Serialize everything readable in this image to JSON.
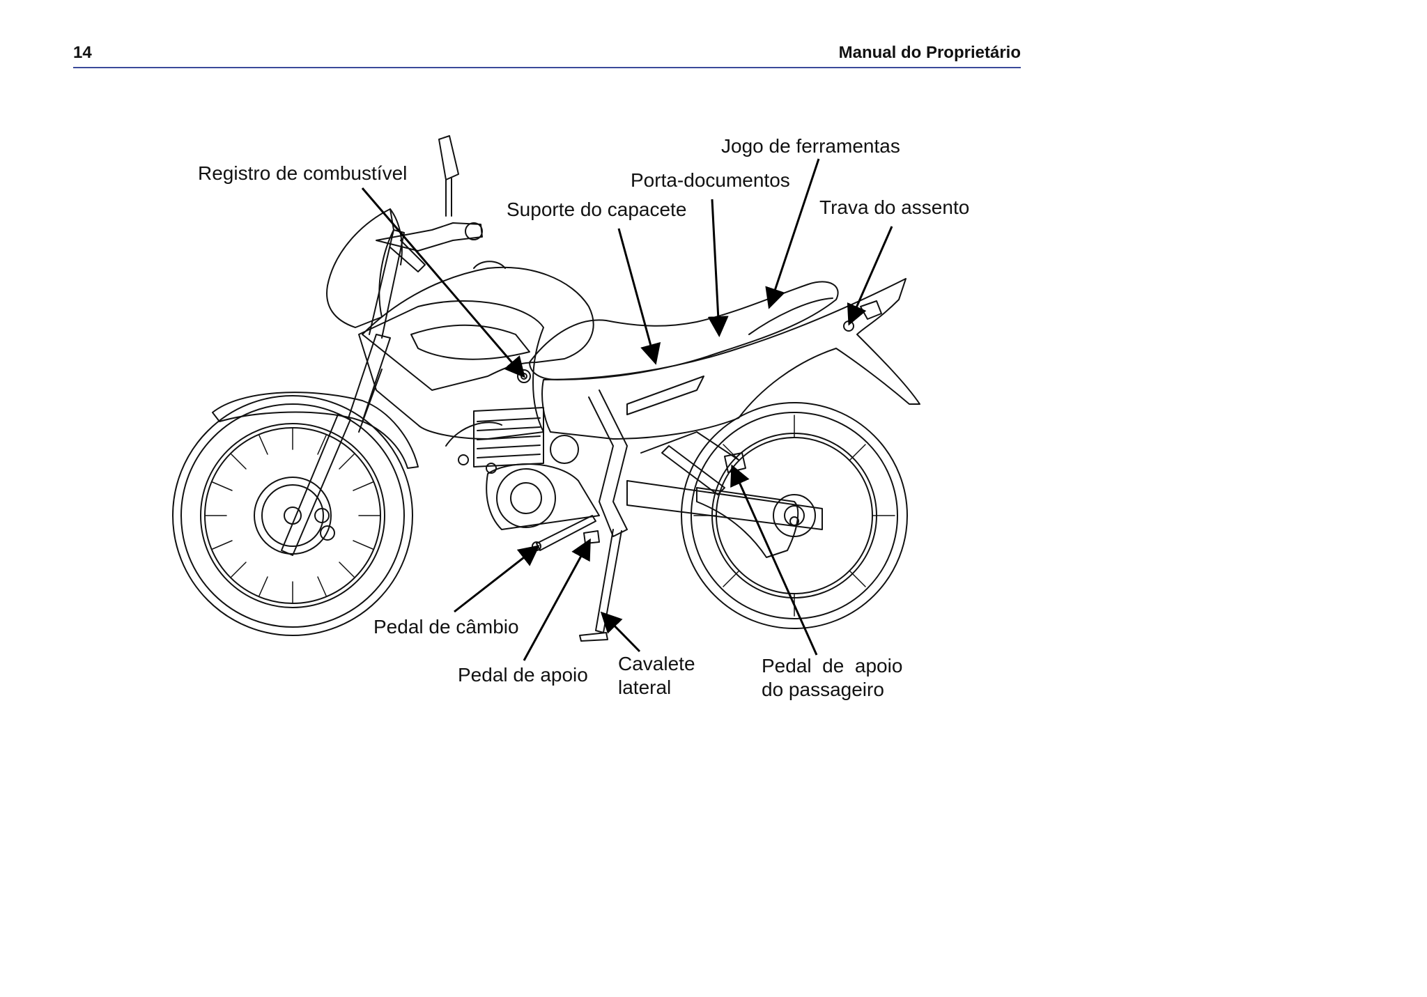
{
  "header": {
    "page_number": "14",
    "title": "Manual do Proprietário",
    "rule_color": "#3a4a9a"
  },
  "figure": {
    "labels": {
      "fuel_valve": "Registro de combustível",
      "helmet_holder": "Suporte do capacete",
      "document_holder": "Porta-documentos",
      "tool_kit": "Jogo de ferramentas",
      "seat_lock": "Trava do assento",
      "gearshift_pedal": "Pedal de câmbio",
      "footpeg": "Pedal de apoio",
      "side_stand_line1": "Cavalete",
      "side_stand_line2": "lateral",
      "passenger_footpeg_line1": "Pedal  de  apoio",
      "passenger_footpeg_line2": "do passageiro"
    }
  }
}
